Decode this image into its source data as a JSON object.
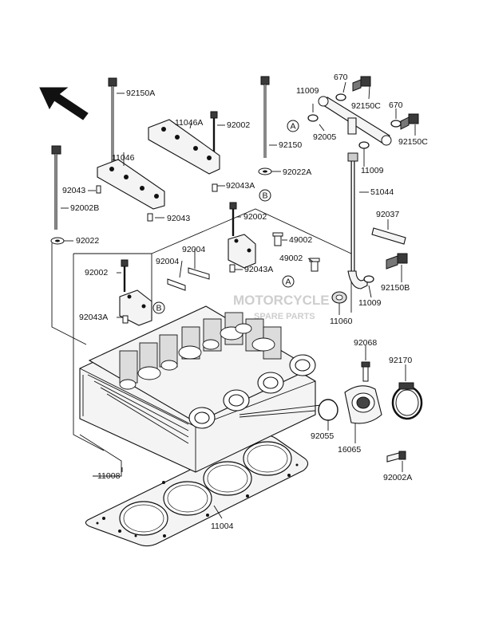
{
  "labels": {
    "p92150A": "92150A",
    "p11009a": "11009",
    "p670a": "670",
    "p92150C_a": "92150C",
    "p670b": "670",
    "p92150C_b": "92150C",
    "p11046A": "11046A",
    "p92002a": "92002",
    "p92150": "92150",
    "p92005": "92005",
    "p11009b": "11009",
    "p11046": "11046",
    "p92022A": "92022A",
    "p92043a": "92043",
    "p92043A_a": "92043A",
    "p51044": "51044",
    "p92002B": "92002B",
    "p92043b": "92043",
    "p92002b": "92002",
    "p92037": "92037",
    "p92022": "92022",
    "p92004a": "92004",
    "p49002a": "49002",
    "p92004b": "92004",
    "p49002b": "49002",
    "p92002c": "92002",
    "p92043A_b": "92043A",
    "p92150B": "92150B",
    "p11009c": "11009",
    "p92043A_c": "92043A",
    "p11060": "11060",
    "p92068": "92068",
    "p92170": "92170",
    "p92055": "92055",
    "p16065": "16065",
    "p11008": "11008",
    "p92002A": "92002A",
    "p11004": "11004"
  },
  "callouts": {
    "a1": "A",
    "a2": "A",
    "b1": "B",
    "b2": "B"
  },
  "watermark": {
    "line1": "MOTORCYCLE",
    "line2": "SPARE PARTS"
  },
  "colors": {
    "ink": "#111111",
    "watermark": "#c9c9c9"
  }
}
